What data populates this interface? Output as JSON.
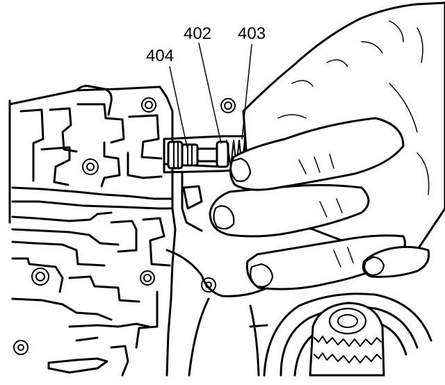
{
  "callouts": [
    {
      "id": "404",
      "text": "404"
    },
    {
      "id": "402",
      "text": "402"
    },
    {
      "id": "403",
      "text": "403"
    }
  ],
  "colors": {
    "ink": "#000000",
    "paper": "#ffffff"
  }
}
